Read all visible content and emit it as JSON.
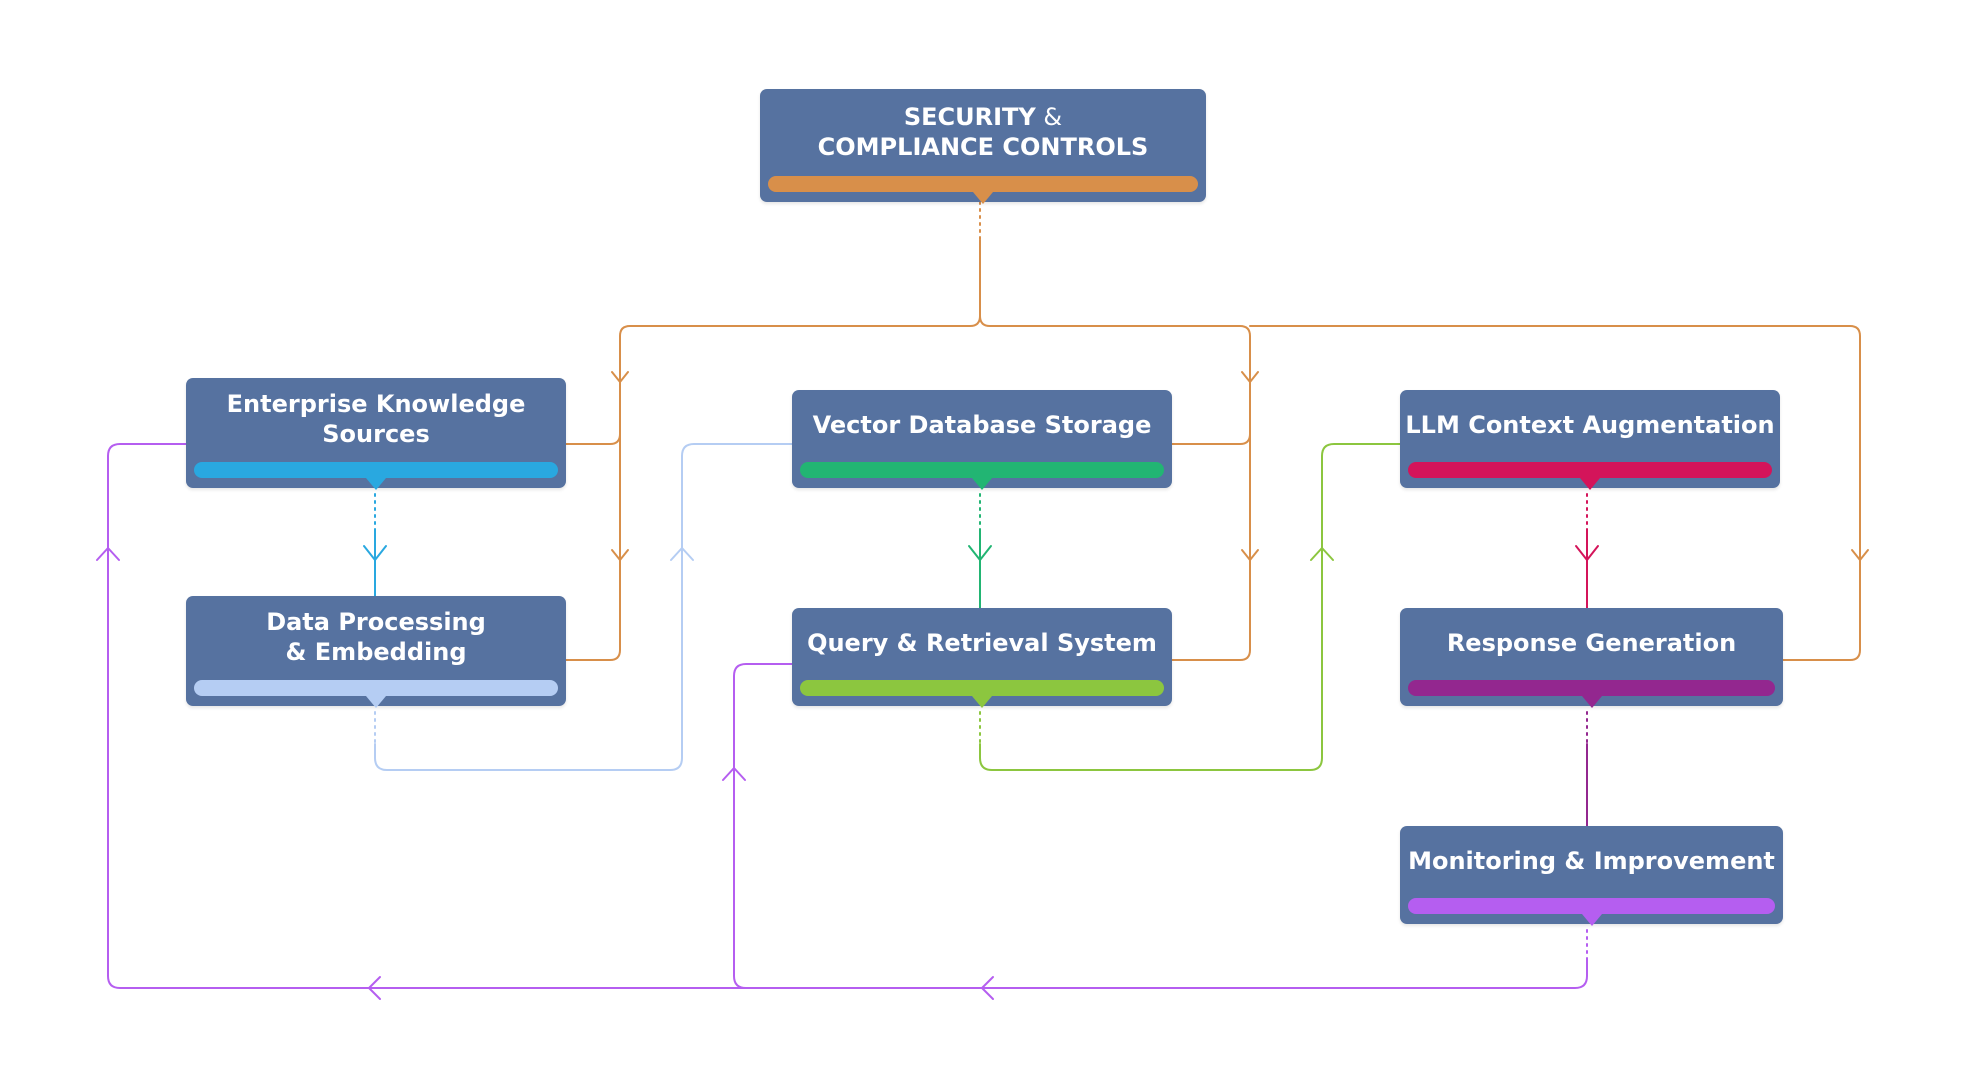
{
  "diagram": {
    "nodes": [
      {
        "id": "security",
        "label_main": "SECURITY",
        "label_amp": " &",
        "label_line2": "COMPLIANCE CONTROLS",
        "color": "#d88f4a"
      },
      {
        "id": "enterprise",
        "label": "Enterprise Knowledge\nSources",
        "color": "#29a8e0"
      },
      {
        "id": "dataproc",
        "label": "Data Processing\n& Embedding",
        "color": "#b5cdf3"
      },
      {
        "id": "vector",
        "label": "Vector Database Storage",
        "color": "#22b573"
      },
      {
        "id": "query",
        "label": "Query & Retrieval System",
        "color": "#8cc63f"
      },
      {
        "id": "llm",
        "label": "LLM Context Augmentation",
        "color": "#d4145a"
      },
      {
        "id": "response",
        "label": "Response Generation",
        "color": "#93278f"
      },
      {
        "id": "monitor",
        "label": "Monitoring & Improvement",
        "color": "#b55ef0"
      }
    ],
    "connector_colors": {
      "security": "#d88f4a",
      "enterprise": "#29a8e0",
      "dataproc": "#b5cdf3",
      "vector": "#22b573",
      "query": "#8cc63f",
      "llm": "#d4145a",
      "response": "#93278f",
      "monitor": "#b55ef0"
    }
  }
}
